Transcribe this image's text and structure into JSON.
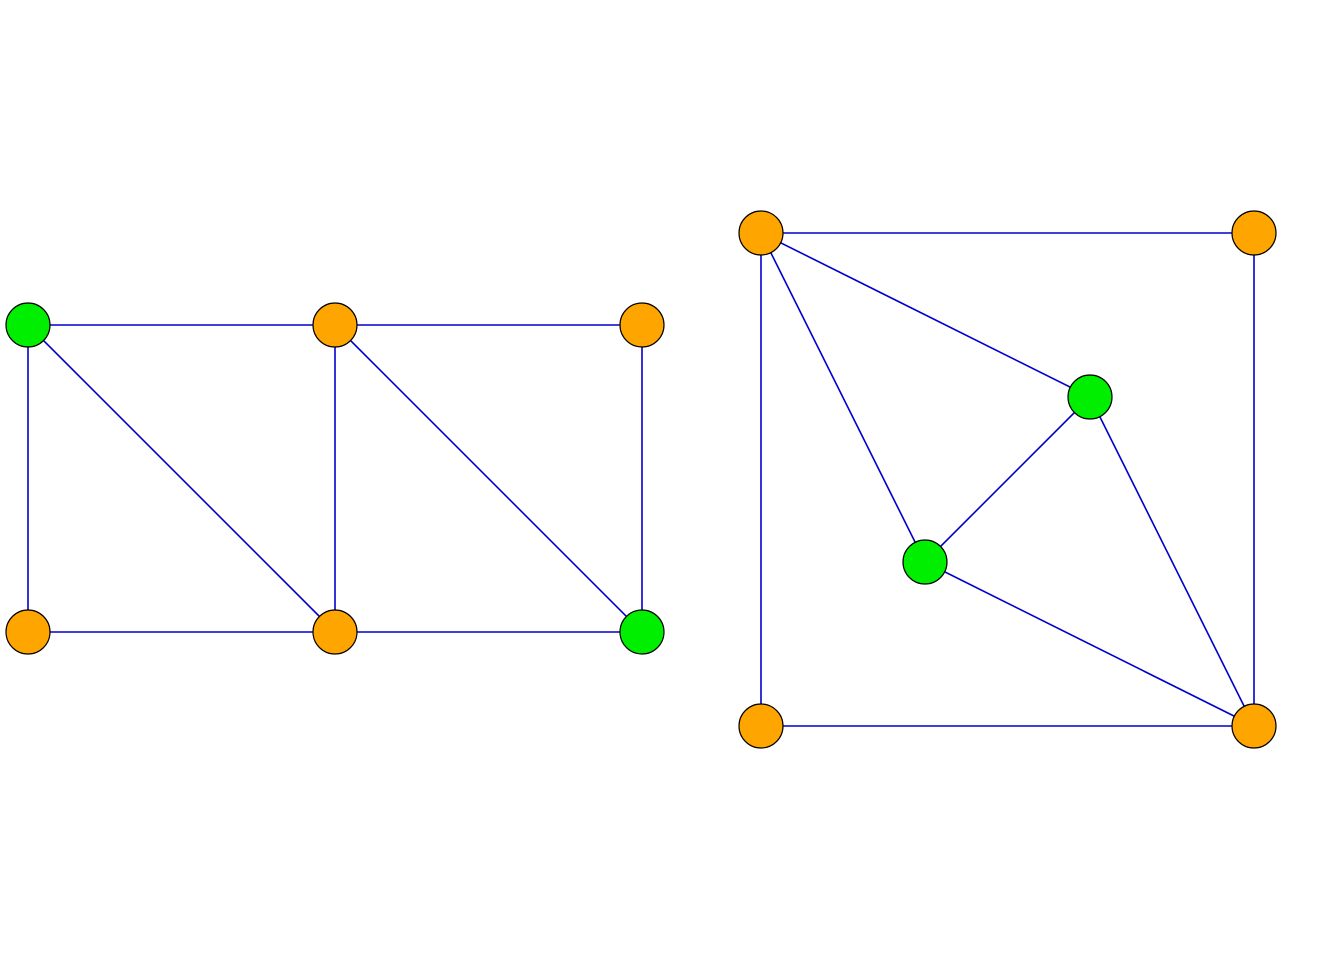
{
  "colors": {
    "background": "#ffffff",
    "edge": "#0000cc",
    "node_outline": "#000000",
    "node_green": "#00ee00",
    "node_orange": "#ffa500"
  },
  "graphs": [
    {
      "id": "left-graph",
      "nodes": [
        {
          "id": "a",
          "color": "green"
        },
        {
          "id": "b",
          "color": "orange"
        },
        {
          "id": "c",
          "color": "orange"
        },
        {
          "id": "d",
          "color": "orange"
        },
        {
          "id": "e",
          "color": "orange"
        },
        {
          "id": "f",
          "color": "green"
        }
      ],
      "edges": [
        [
          "a",
          "b"
        ],
        [
          "b",
          "c"
        ],
        [
          "a",
          "d"
        ],
        [
          "a",
          "e"
        ],
        [
          "b",
          "e"
        ],
        [
          "b",
          "f"
        ],
        [
          "c",
          "f"
        ],
        [
          "d",
          "e"
        ],
        [
          "e",
          "f"
        ]
      ]
    },
    {
      "id": "right-graph",
      "nodes": [
        {
          "id": "p",
          "color": "orange"
        },
        {
          "id": "q",
          "color": "orange"
        },
        {
          "id": "r",
          "color": "green"
        },
        {
          "id": "s",
          "color": "green"
        },
        {
          "id": "t",
          "color": "orange"
        },
        {
          "id": "u",
          "color": "orange"
        }
      ],
      "edges": [
        [
          "p",
          "q"
        ],
        [
          "p",
          "r"
        ],
        [
          "p",
          "s"
        ],
        [
          "p",
          "t"
        ],
        [
          "q",
          "u"
        ],
        [
          "r",
          "s"
        ],
        [
          "r",
          "u"
        ],
        [
          "s",
          "u"
        ],
        [
          "t",
          "u"
        ]
      ]
    }
  ]
}
